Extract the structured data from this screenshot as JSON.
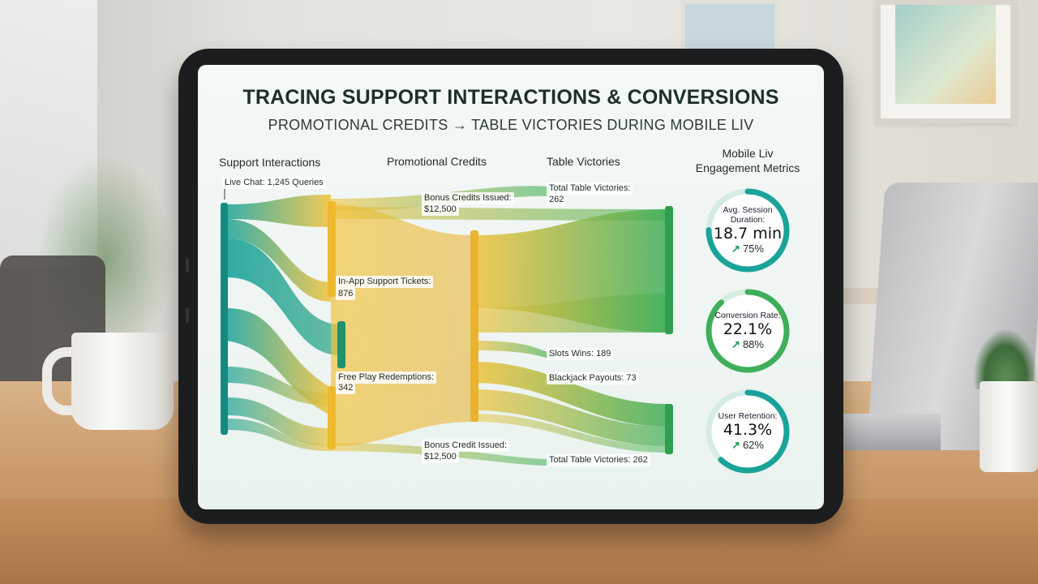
{
  "diagram": {
    "title": "TRACING SUPPORT INTERACTIONS & CONVERSIONS",
    "subtitle": "PROMOTIONAL CREDITS → TABLE VICTORIES DURING MOBILE LIV",
    "columns": {
      "support": "Support Interactions",
      "credits": "Promotional Credits",
      "victories": "Table Victories"
    },
    "labels": {
      "live_chat": "Live Chat: 1,245 Queries",
      "bonus_top_1": "Bonus Credits Issued:",
      "bonus_top_2": "$12,500",
      "total_top_1": "Total Table Victories:",
      "total_top_2": "262",
      "in_app_1": "In-App Support Tickets:",
      "in_app_2": "876",
      "free_play_1": "Free Play Redemptions:",
      "free_play_2": "342",
      "slots": "Slots Wins: 189",
      "blackjack": "Blackjack Payouts: 73",
      "bonus_bottom_1": "Bonus Credit Issued:",
      "bonus_bottom_2": "$12,500",
      "total_bottom": "Total Table Victories: 262"
    },
    "colors": {
      "teal": "#1aa39a",
      "yellow": "#f2c23a",
      "green": "#3fae5a"
    }
  },
  "metrics": {
    "title_1": "Mobile Liv",
    "title_2": "Engagement Metrics",
    "items": [
      {
        "label_1": "Avg. Session",
        "label_2": "Duration:",
        "value": "18.7 min",
        "delta": "75%",
        "color": "#1aa39a"
      },
      {
        "label_1": "Conversion Rate:",
        "label_2": "",
        "value": "22.1%",
        "delta": "88%",
        "color": "#3fae5a"
      },
      {
        "label_1": "User Retention:",
        "label_2": "",
        "value": "41.3%",
        "delta": "62%",
        "color": "#1aa39a"
      }
    ]
  }
}
